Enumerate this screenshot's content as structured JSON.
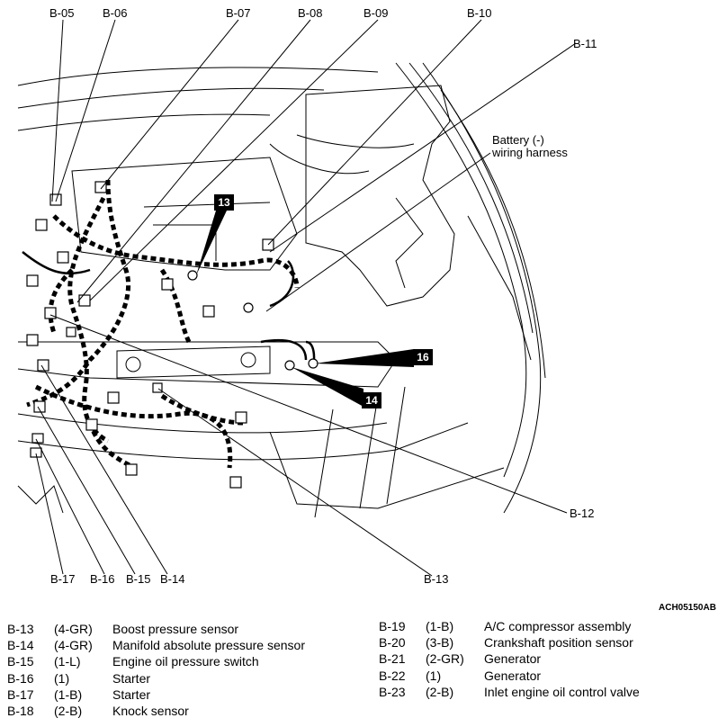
{
  "connector_labels": {
    "b05": "B-05",
    "b06": "B-06",
    "b07": "B-07",
    "b08": "B-08",
    "b09": "B-09",
    "b10": "B-10",
    "b11": "B-11",
    "b12": "B-12",
    "b13": "B-13",
    "b14": "B-14",
    "b15": "B-15",
    "b16": "B-16",
    "b17": "B-17"
  },
  "callouts": {
    "battery_line1": "Battery (-)",
    "battery_line2": "wiring harness",
    "badge_13": "13",
    "badge_14": "14",
    "badge_16": "16"
  },
  "figure_ref": "ACH05150AB",
  "legend_left": [
    {
      "code": "B-13",
      "spec": "(4-GR)",
      "name": "Boost pressure sensor"
    },
    {
      "code": "B-14",
      "spec": "(4-GR)",
      "name": "Manifold absolute pressure sensor"
    },
    {
      "code": "B-15",
      "spec": "(1-L)",
      "name": "Engine oil pressure switch"
    },
    {
      "code": "B-16",
      "spec": "(1)",
      "name": "Starter"
    },
    {
      "code": "B-17",
      "spec": "(1-B)",
      "name": "Starter"
    },
    {
      "code": "B-18",
      "spec": "(2-B)",
      "name": "Knock sensor"
    }
  ],
  "legend_right": [
    {
      "code": "B-19",
      "spec": "(1-B)",
      "name": "A/C compressor assembly"
    },
    {
      "code": "B-20",
      "spec": "(3-B)",
      "name": "Crankshaft position sensor"
    },
    {
      "code": "B-21",
      "spec": "(2-GR)",
      "name": "Generator"
    },
    {
      "code": "B-22",
      "spec": "(1)",
      "name": "Generator"
    },
    {
      "code": "B-23",
      "spec": "(2-B)",
      "name": "Inlet engine oil control valve"
    }
  ]
}
